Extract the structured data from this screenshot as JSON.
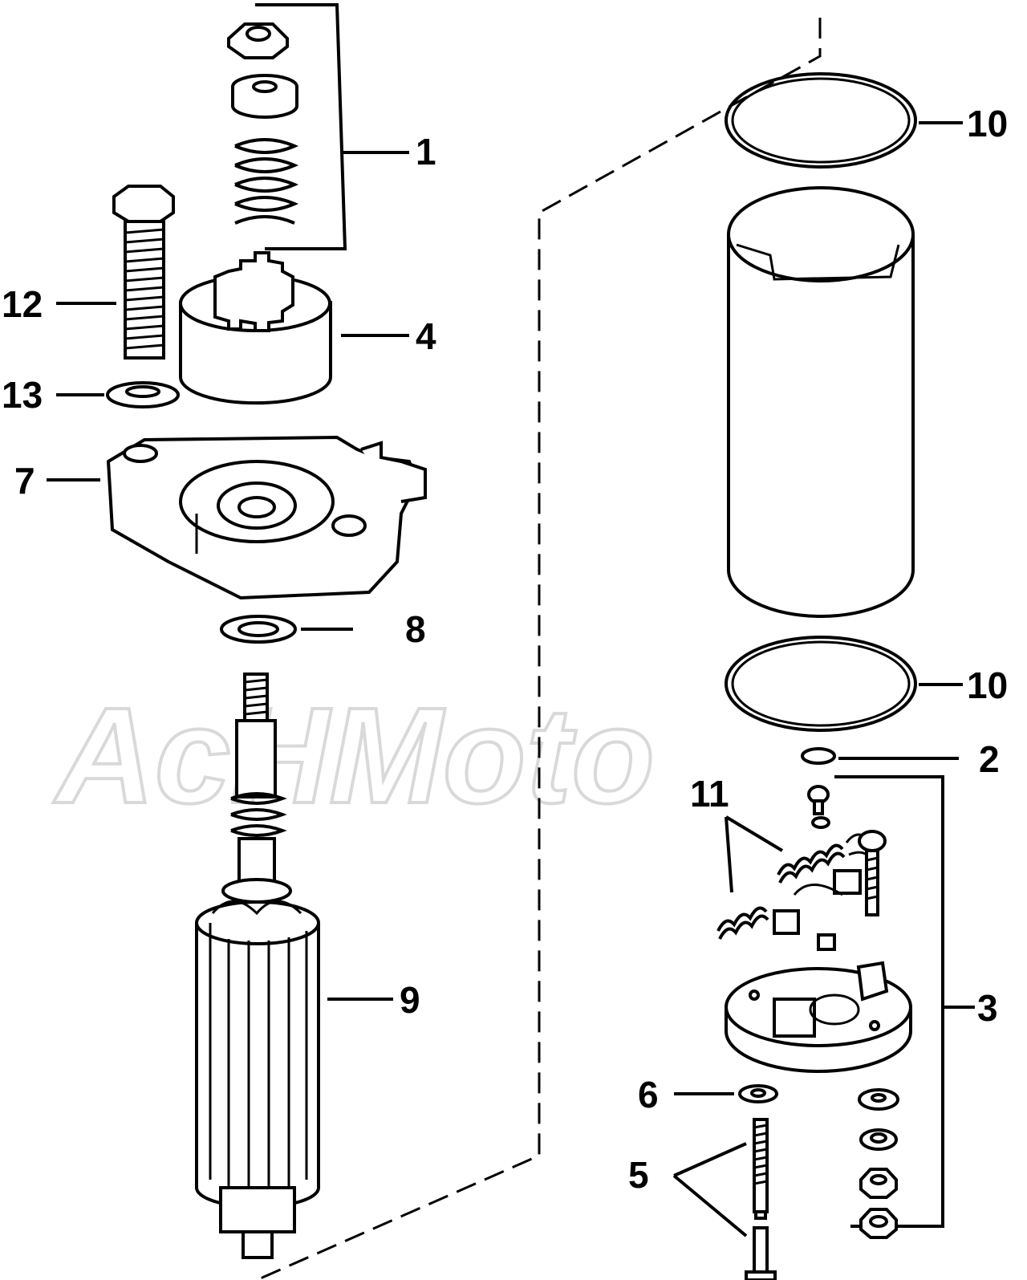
{
  "watermark": "AcHMoto",
  "callouts": {
    "c1": "1",
    "c2": "2",
    "c3": "3",
    "c4": "4",
    "c5": "5",
    "c6": "6",
    "c7": "7",
    "c8": "8",
    "c9": "9",
    "c10a": "10",
    "c10b": "10",
    "c11": "11",
    "c12": "12",
    "c13": "13"
  }
}
